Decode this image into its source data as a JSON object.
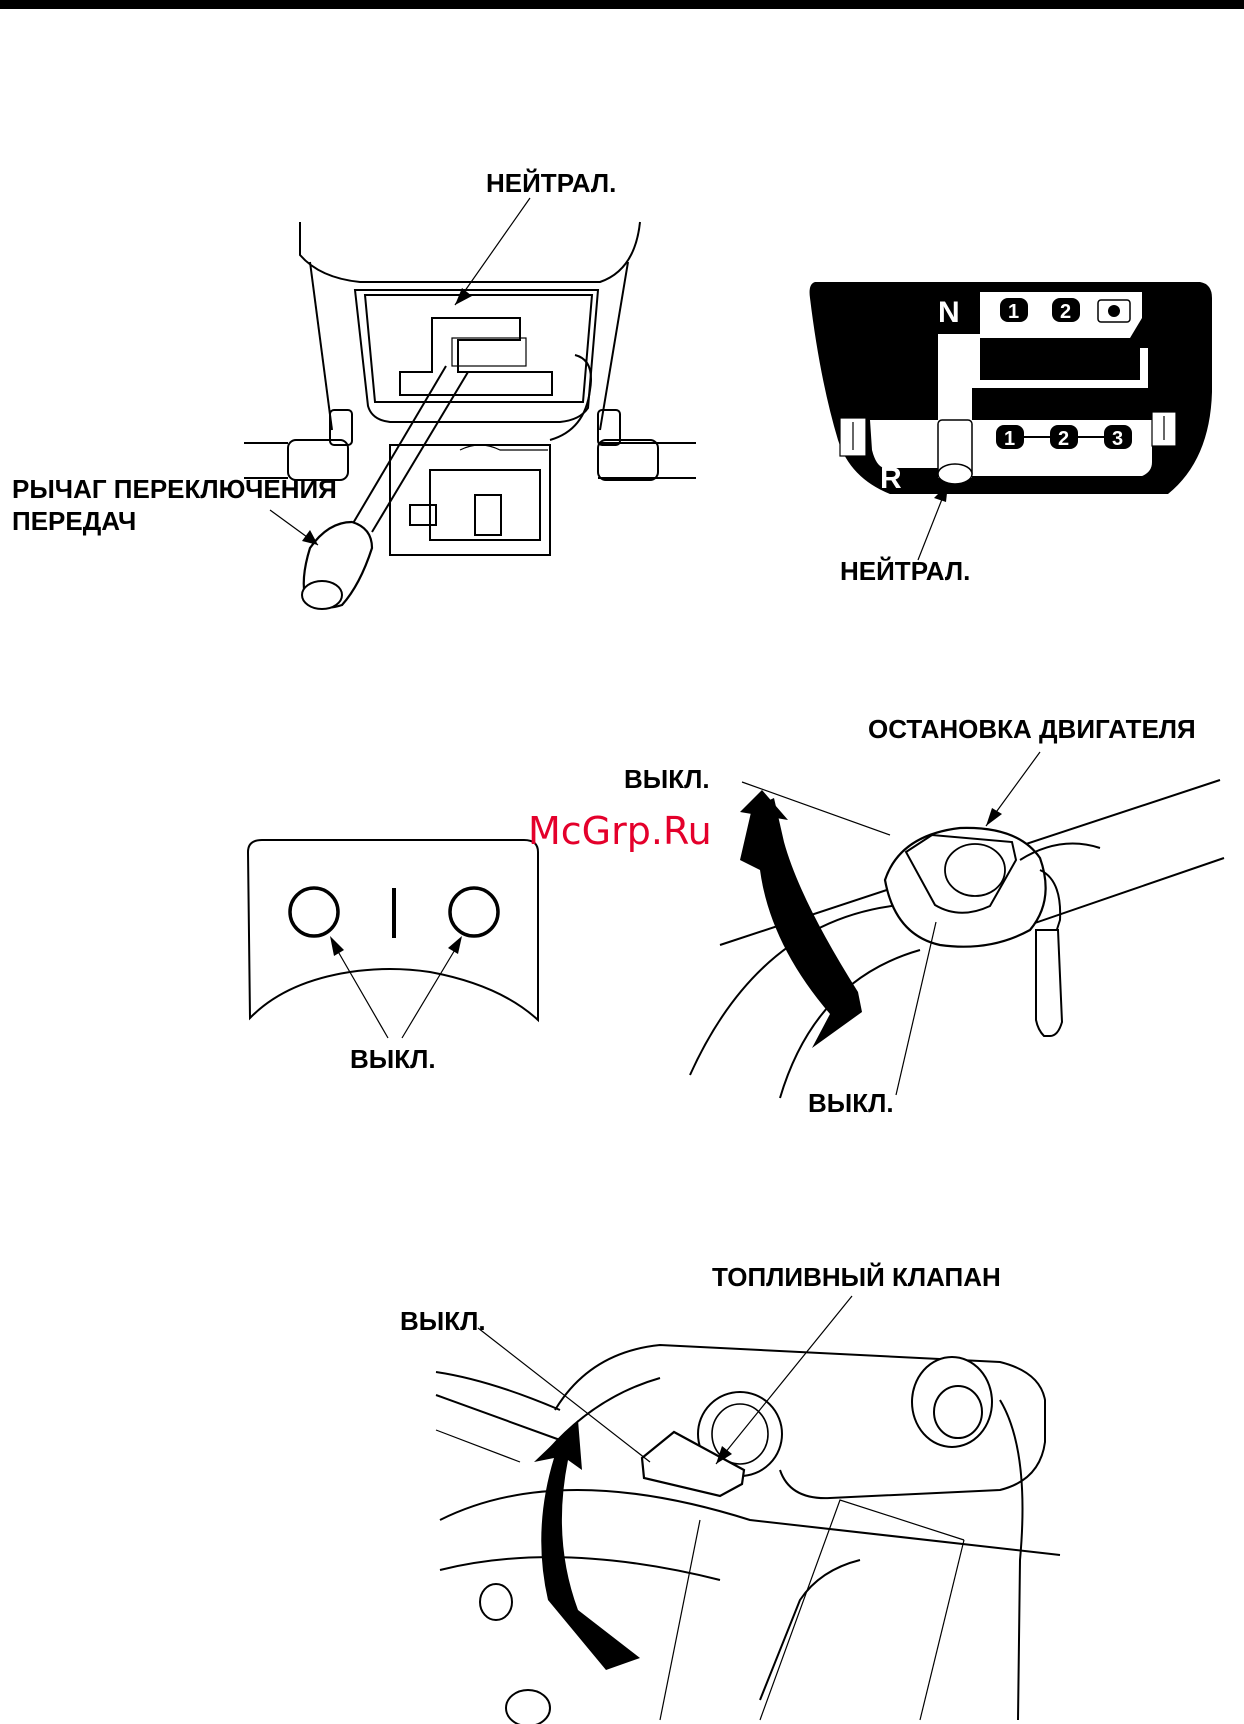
{
  "labels": {
    "neutral_top": "НЕЙТРАЛ.",
    "gear_lever_line1": "РЫЧАГ ПЕРЕКЛЮЧЕНИЯ",
    "gear_lever_line2": "ПЕРЕДАЧ",
    "neutral_gate": "НЕЙТРАЛ.",
    "engine_stop": "ОСТАНОВКА ДВИГАТЕЛЯ",
    "off_switch_top": "ВЫКЛ.",
    "off_switch_bottom": "ВЫКЛ.",
    "off_panel": "ВЫКЛ.",
    "fuel_valve": "ТОПЛИВНЫЙ КЛАПАН",
    "off_fuel": "ВЫКЛ."
  },
  "gate": {
    "n": "N",
    "r": "R",
    "hi": [
      "1",
      "2"
    ],
    "lo": [
      "1",
      "2",
      "3"
    ]
  },
  "watermark": "McGrp.Ru",
  "colors": {
    "ink": "#000000",
    "paper": "#ffffff",
    "watermark": "#e4002b"
  }
}
